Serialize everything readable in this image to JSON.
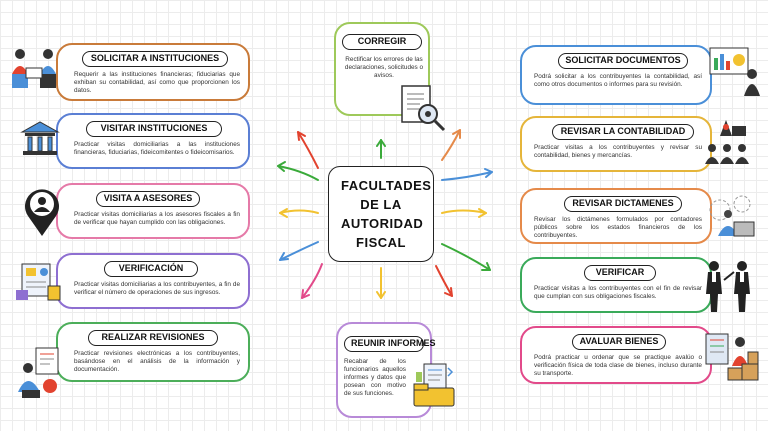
{
  "center_title": "FACULTADES DE LA AUTORIDAD FISCAL",
  "left": [
    {
      "title": "SOLICITAR A INSTITUCIONES",
      "text": "Requerir a las instituciones financieras; fiduciarias que exhiban su contabilidad, así como que proporcionen los datos.",
      "color": "#c97b3a"
    },
    {
      "title": "VISITAR INSTITUCIONES",
      "text": "Practicar visitas domiciliarias a las instituciones financieras, fiduciarias, fideicomitentes o fideicomisarios.",
      "color": "#5b7fd4"
    },
    {
      "title": "VISITA A ASESORES",
      "text": "Practicar visitas domiciliarias a los asesores fiscales a fin de verificar que hayan cumplido con las obligaciones.",
      "color": "#e57aa8"
    },
    {
      "title": "VERIFICACIÓN",
      "text": "Practicar visitas domiciliarias a los contribuyentes, a fin de verificar el número de operaciones de sus ingresos.",
      "color": "#8e6fd1"
    },
    {
      "title": "REALIZAR REVISIONES",
      "text": "Practicar revisiones electrónicas a los contribuyentes, basándose en el análisis de la información y documentación.",
      "color": "#4cae5a"
    }
  ],
  "right": [
    {
      "title": "SOLICITAR DOCUMENTOS",
      "text": "Podrá solicitar a los contribuyentes la contabilidad, así como otros documentos o informes para su revisión.",
      "color": "#4a8fd8"
    },
    {
      "title": "REVISAR LA CONTABILIDAD",
      "text": "Practicar visitas a los contribuyentes y revisar su contabilidad, bienes y mercancías.",
      "color": "#e5b53a"
    },
    {
      "title": "REVISAR DICTAMENES",
      "text": "Revisar los dictámenes formulados por contadores públicos sobre los estados financieros de los contribuyentes.",
      "color": "#e58a4a"
    },
    {
      "title": "VERIFICAR",
      "text": "Practicar visitas a los contribuyentes con el fin de revisar que cumplan con sus obligaciones fiscales.",
      "color": "#3aaa5a"
    },
    {
      "title": "AVALUAR BIENES",
      "text": "Podrá practicar u ordenar que se practique avalúo o verificación física de toda clase de bienes, incluso durante su transporte.",
      "color": "#e24a8a"
    }
  ],
  "top": {
    "title": "CORREGIR",
    "text": "Rectificar los errores de las declaraciones, solicitudes o avisos.",
    "color": "#9ec95a"
  },
  "bottom": {
    "title": "REUNIR INFORMES",
    "text": "Recabar de los funcionarios aquellos informes y datos que posean con motivo de sus funciones.",
    "color": "#b88ad8"
  },
  "arrow_colors": [
    "#e2432f",
    "#3aaa3a",
    "#f2c230",
    "#4a8fd8",
    "#e24a8a",
    "#e58a4a"
  ]
}
